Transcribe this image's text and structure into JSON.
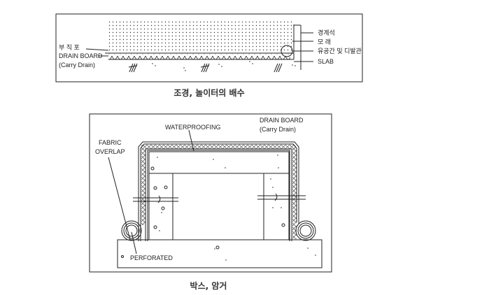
{
  "figure1": {
    "caption": "조경, 놀이터의 배수",
    "left_labels": [
      "부 직 포",
      "DRAIN BOARD",
      "(Carry Drain)"
    ],
    "right_labels": [
      "경계석",
      "모  래",
      "유공간 및 디발관",
      "SLAB"
    ]
  },
  "figure2": {
    "caption": "박스, 암거",
    "labels": {
      "waterproofing": "WATERPROOFING",
      "drain_board": "DRAIN BOARD",
      "carry_drain": "(Carry Drain)",
      "fabric": "FABRIC",
      "overlap": "OVERLAP",
      "perforated": "PERFORATED"
    }
  }
}
